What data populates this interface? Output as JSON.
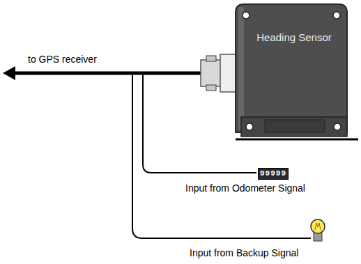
{
  "diagram": {
    "nodes": [
      {
        "text": [
          "Heading Sensor"
        ]
      }
    ],
    "labels": [
      "to GPS receiver",
      "99999",
      "Input from Odometer Signal",
      "Input from Backup Signal"
    ]
  }
}
